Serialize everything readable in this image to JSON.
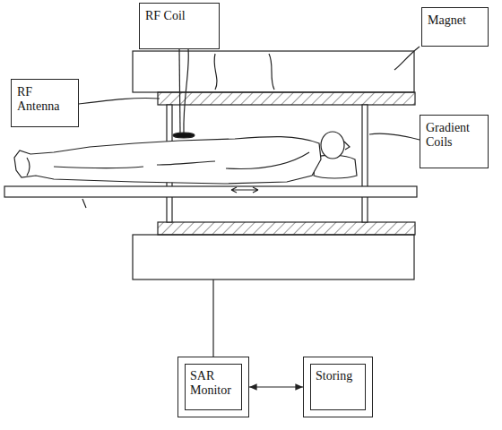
{
  "diagram": {
    "nodes": [
      {
        "text": [
          "RF Coil"
        ]
      },
      {
        "text": [
          "Magnet"
        ]
      },
      {
        "text": [
          "RF Antenna"
        ]
      },
      {
        "text": [
          "Gradient Coils"
        ]
      },
      {
        "text": [
          "SAR Monitor"
        ]
      },
      {
        "text": [
          "Storing"
        ]
      }
    ],
    "edges": [
      {
        "from": 4,
        "to": 5,
        "arrow": "both"
      }
    ]
  }
}
